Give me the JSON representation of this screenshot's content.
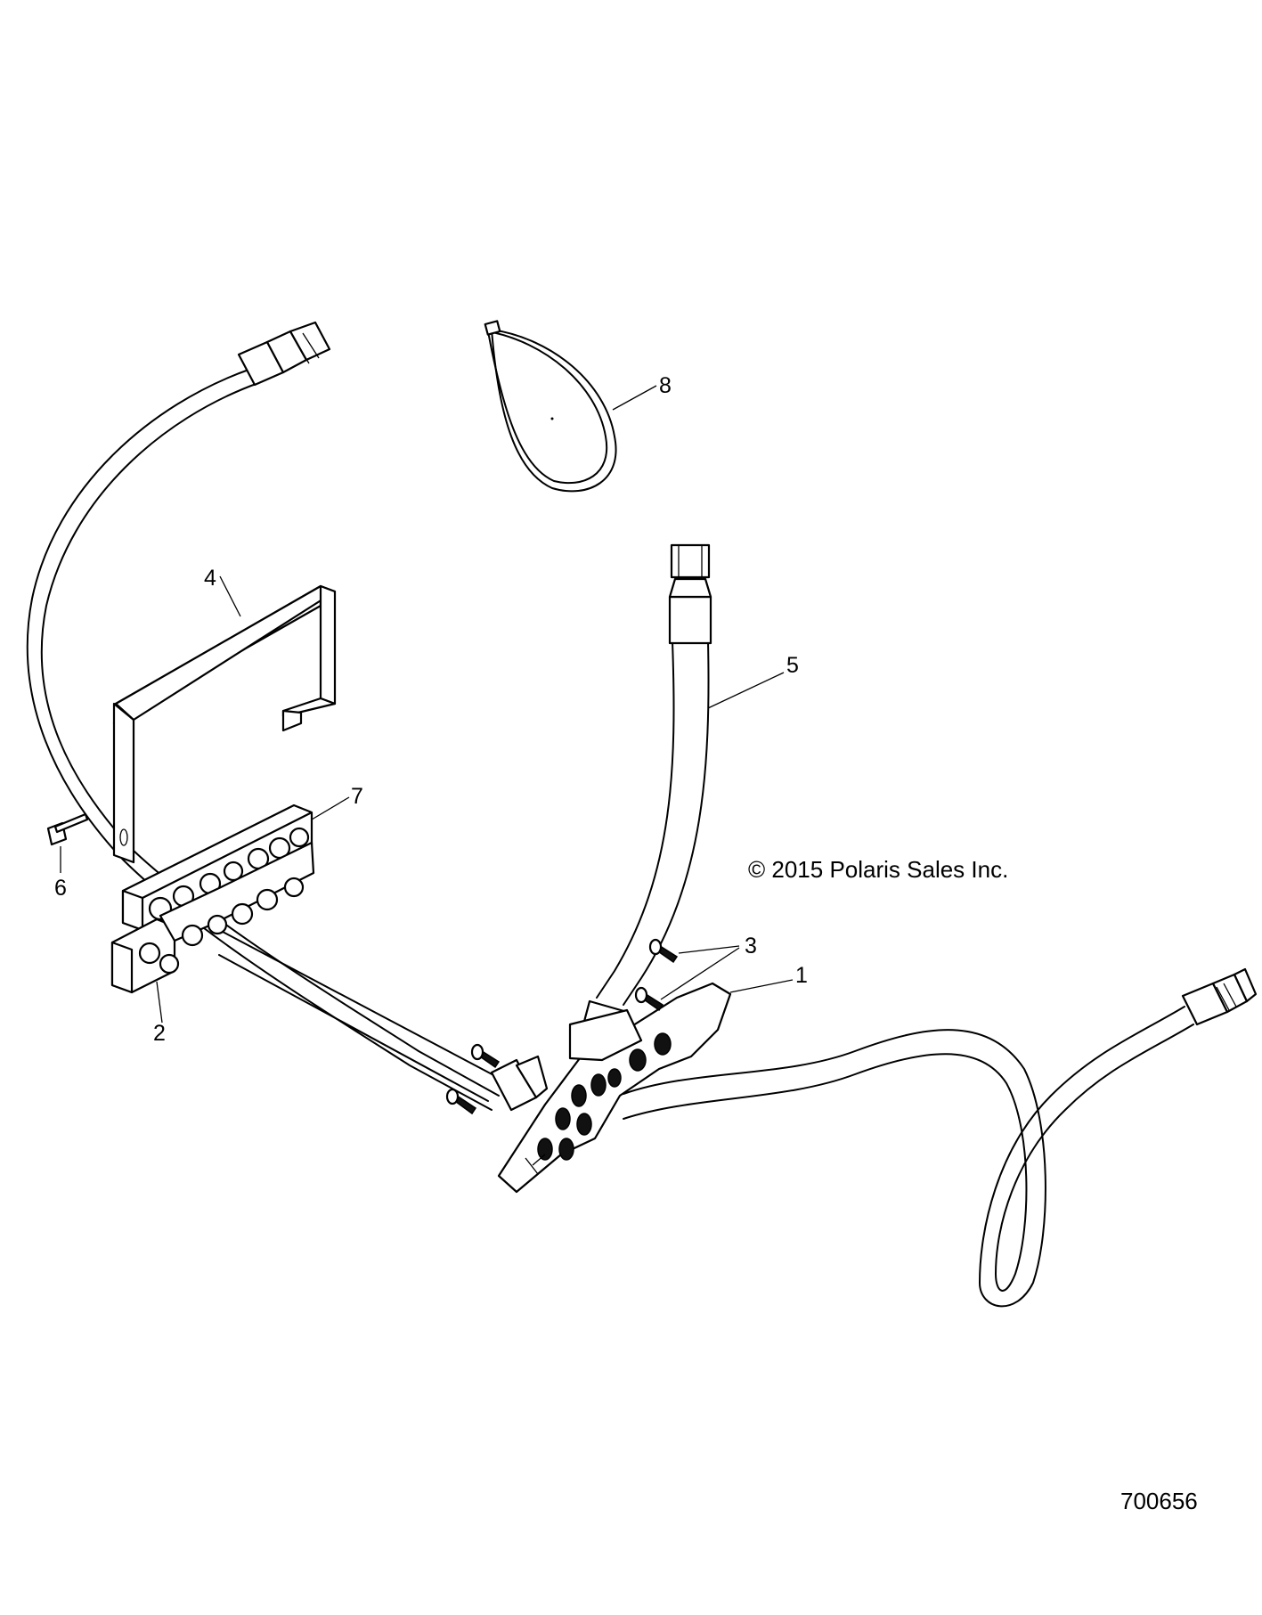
{
  "callouts": {
    "c1": "1",
    "c2": "2",
    "c3": "3",
    "c4": "4",
    "c5": "5",
    "c6": "6",
    "c7": "7",
    "c8": "8"
  },
  "copyright": "© 2015 Polaris Sales Inc.",
  "document_number": "700656"
}
